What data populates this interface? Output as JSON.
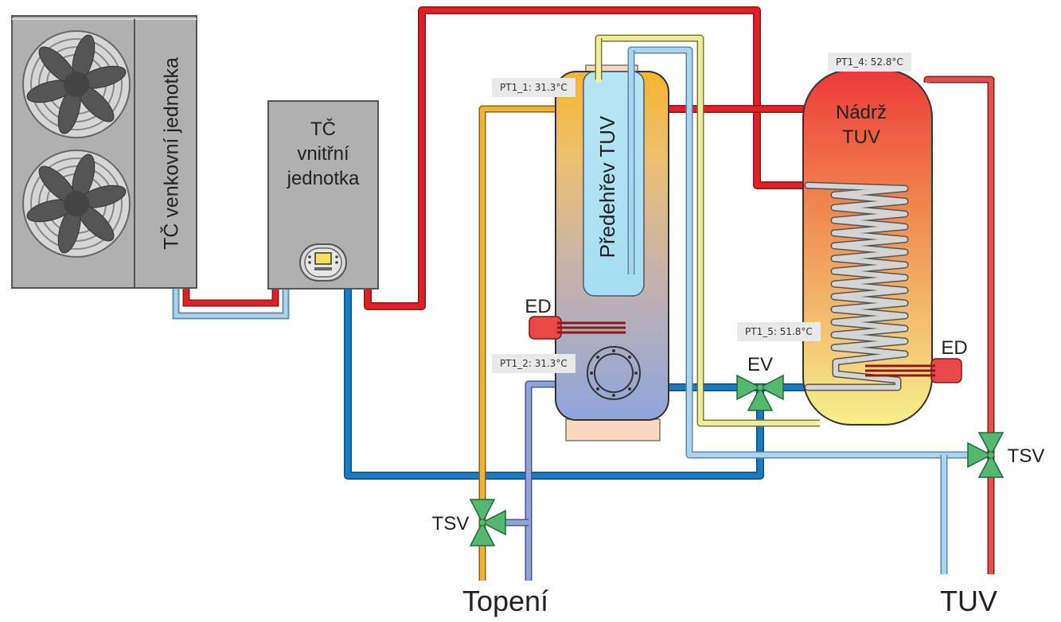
{
  "labels": {
    "outdoor_unit": "TČ venkovní jednotka",
    "indoor_unit_line1": "TČ",
    "indoor_unit_line2": "vnitřní",
    "indoor_unit_line3": "jednotka",
    "preheat_tank": "Předehřev TUV",
    "main_tank_line1": "Nádrž",
    "main_tank_line2": "TUV",
    "ed_left": "ED",
    "ed_right": "ED",
    "ev": "EV",
    "tsv_left": "TSV",
    "tsv_right": "TSV",
    "heating": "Topení",
    "hot_water": "TUV"
  },
  "sensors": {
    "pt1_1": "PT1_1: 31.3°C",
    "pt1_2": "PT1_2: 31.3°C",
    "pt1_4": "PT1_4: 52.8°C",
    "pt1_5": "PT1_5: 51.8°C"
  },
  "colors": {
    "hot_pipe": "#e31e24",
    "cold_pipe": "#1a7bc0",
    "light_blue_pipe": "#a8d4ee",
    "yellow_pipe": "#eeee99",
    "orange_pipe": "#f2b23a",
    "lavender_pipe": "#8fa3d6",
    "valve_green": "#55b870",
    "unit_gray": "#b0b0b0"
  }
}
